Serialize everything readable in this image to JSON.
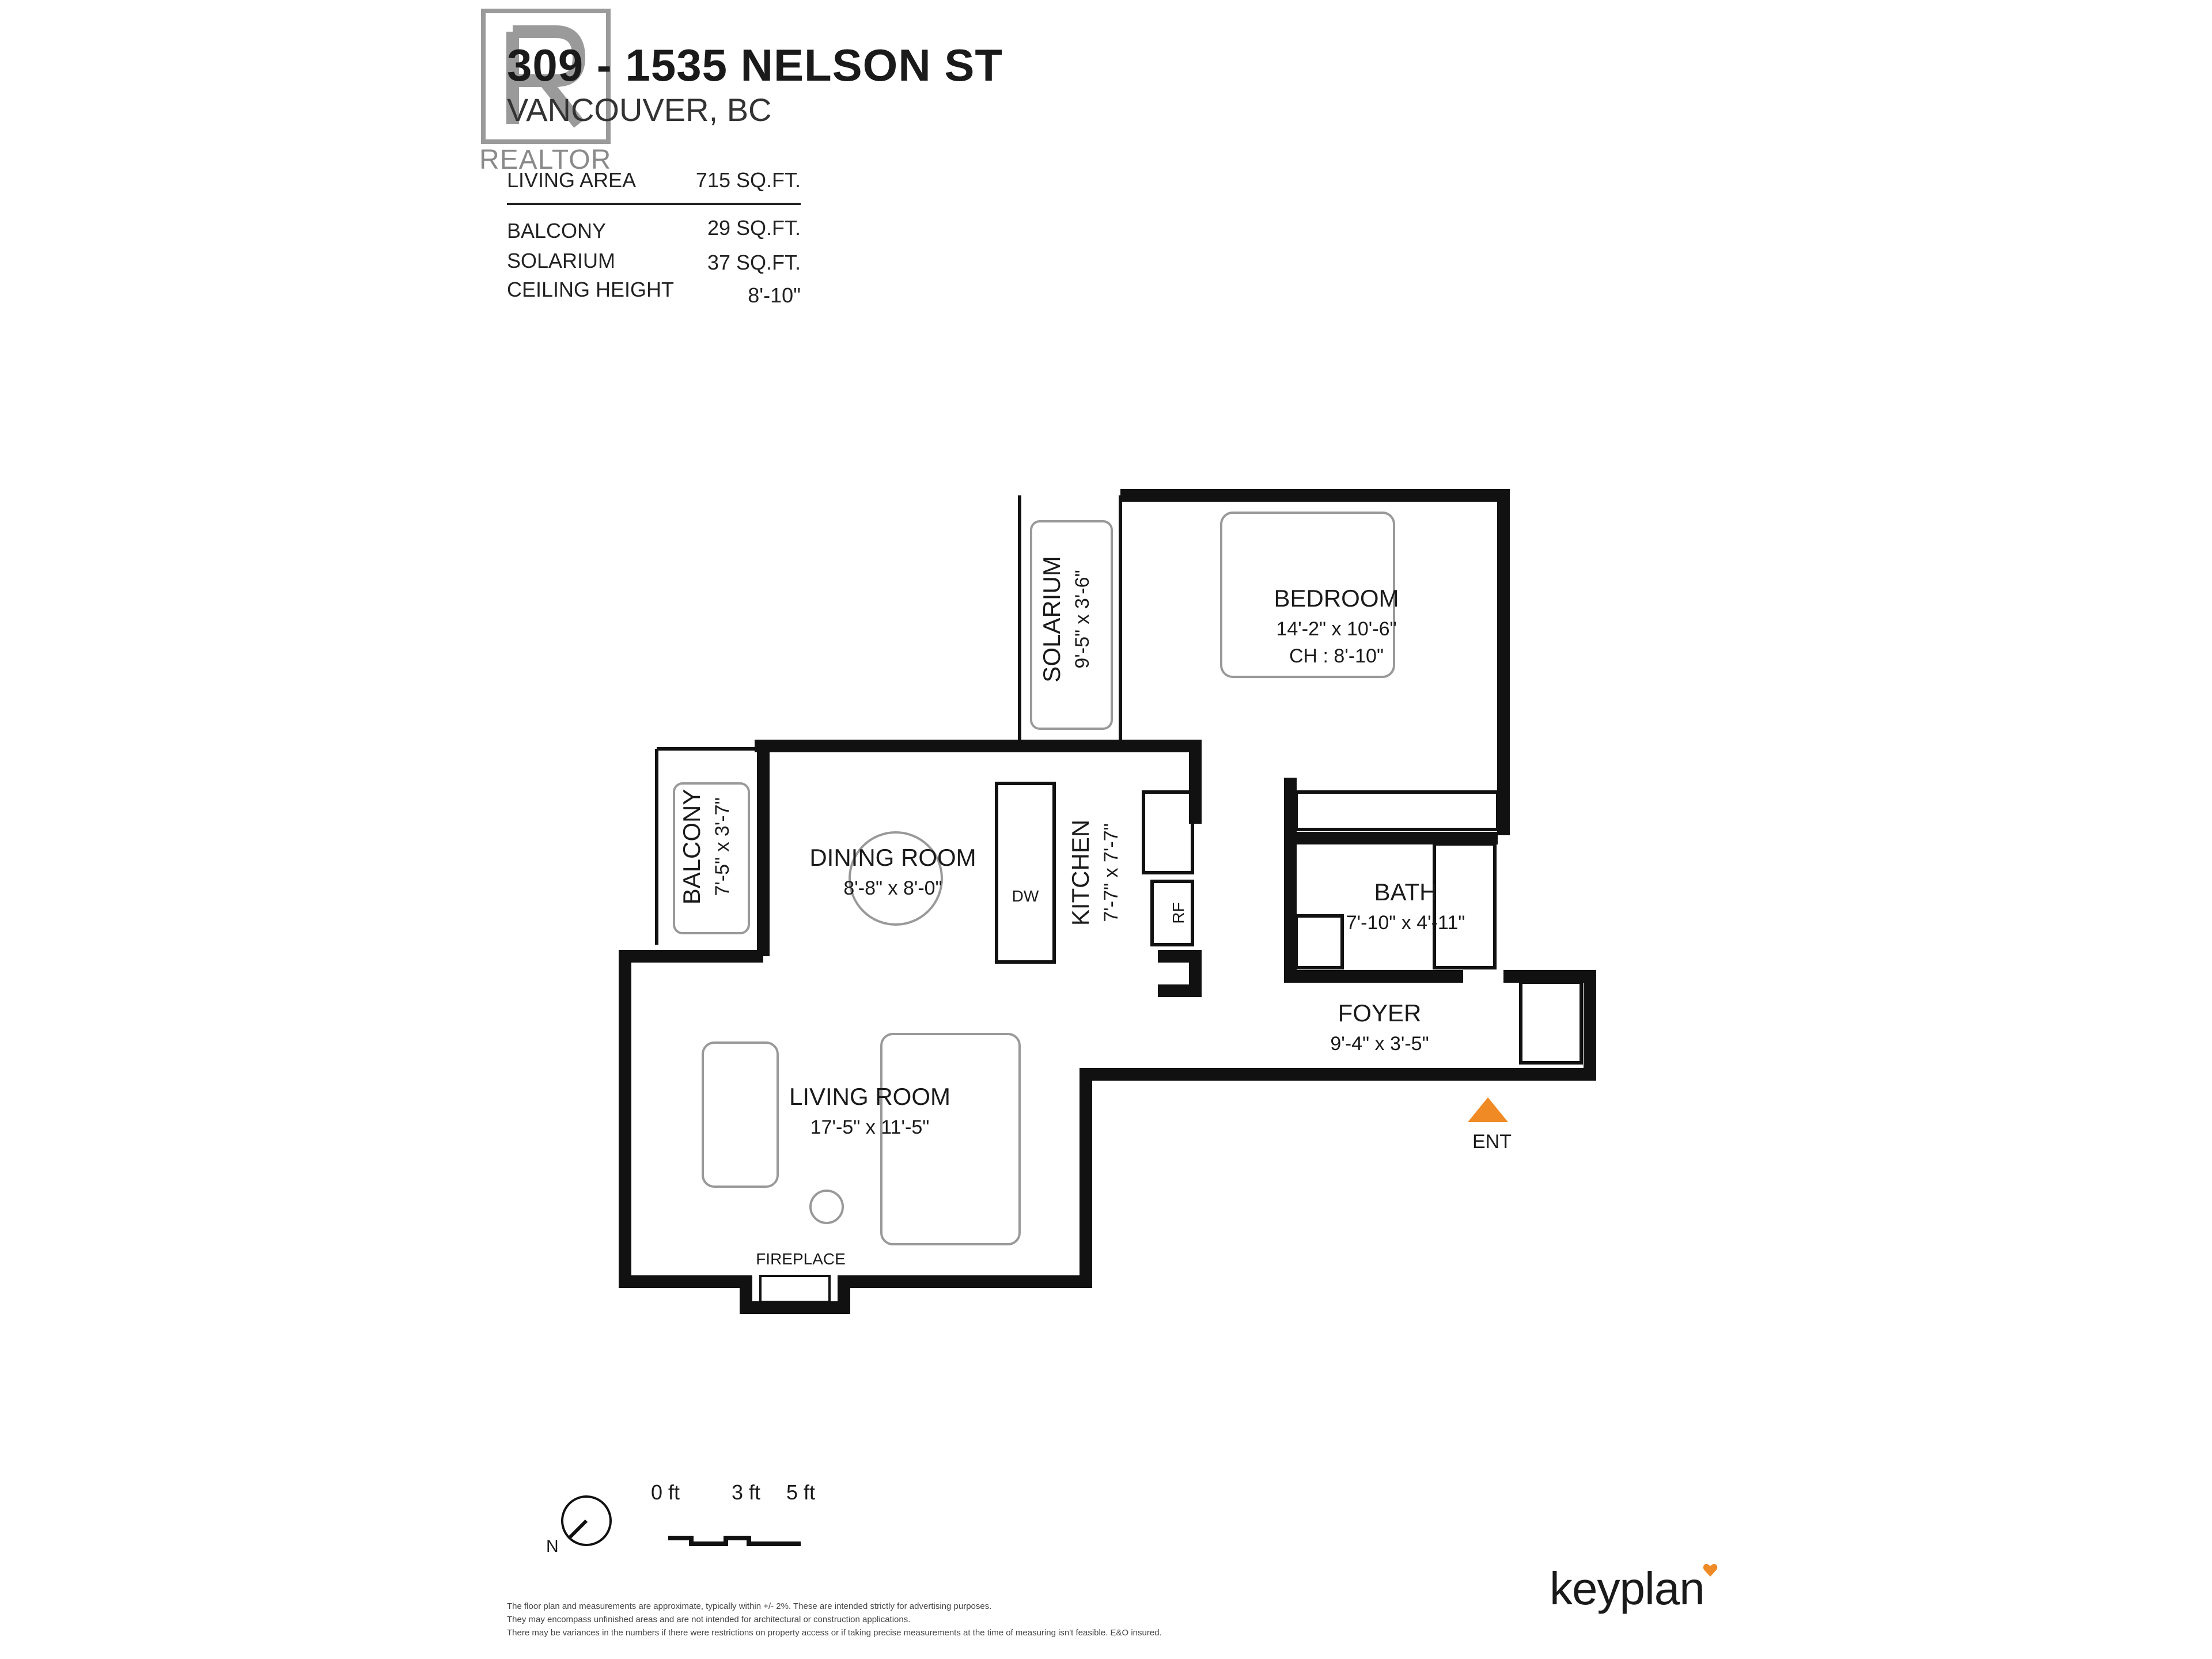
{
  "header": {
    "address_line1": "309 - 1535 NELSON ST",
    "address_line2": "VANCOUVER, BC",
    "logo_text": "REALTOR",
    "logo_letter": "R"
  },
  "stats": [
    {
      "label": "LIVING AREA",
      "value": "715 SQ.FT."
    },
    {
      "label": "BALCONY",
      "value": "29 SQ.FT."
    },
    {
      "label": "SOLARIUM",
      "value": "37 SQ.FT."
    },
    {
      "label": "CEILING HEIGHT",
      "value": "8'-10\""
    }
  ],
  "rooms": {
    "bedroom": {
      "name": "BEDROOM",
      "dims": "14'-2\"  x  10'-6\"",
      "ch": "CH : 8'-10\""
    },
    "solarium": {
      "name": "SOLARIUM",
      "dims": "9'-5\"  x  3'-6\""
    },
    "balcony": {
      "name": "BALCONY",
      "dims": "7'-5\"  x  3'-7\""
    },
    "dining": {
      "name": "DINING ROOM",
      "dims": "8'-8\"  x  8'-0\""
    },
    "kitchen": {
      "name": "KITCHEN",
      "dims": "7'-7\"  x  7'-7\""
    },
    "bath": {
      "name": "BATH",
      "dims": "7'-10\"  x  4'-11\""
    },
    "foyer": {
      "name": "FOYER",
      "dims": "9'-4\"  x  3'-5\""
    },
    "living": {
      "name": "LIVING ROOM",
      "dims": "17'-5\"  x  11'-5\""
    },
    "fireplace": "FIREPLACE",
    "dw": "DW",
    "rf": "RF",
    "entry": "ENT"
  },
  "scale": {
    "s0": "0 ft",
    "s3": "3 ft",
    "s5": "5 ft",
    "north": "N"
  },
  "disclaimer": [
    "The floor plan and measurements are approximate, typically within +/- 2%. These are intended strictly for advertising purposes.",
    "They may encompass unfinished areas and are not intended for architectural or construction applications.",
    "There may be variances in the numbers if there were restrictions on property access or if taking precise measurements at the time of measuring isn't feasible. E&O insured."
  ],
  "brand": "keyplan",
  "colors": {
    "wall": "#111111",
    "entry_marker": "#f08a24",
    "brand_heart": "#f08a24",
    "logo_grey": "#8a8a8a"
  }
}
